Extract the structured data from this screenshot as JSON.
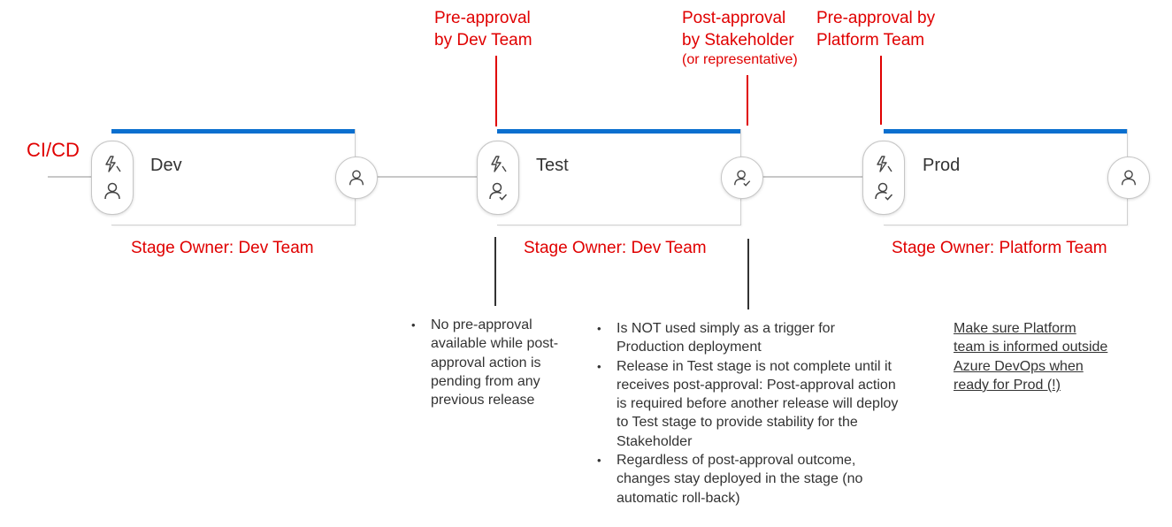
{
  "entry_label": "CI/CD",
  "stages": [
    {
      "name": "Dev",
      "owner": "Stage Owner: Dev Team"
    },
    {
      "name": "Test",
      "owner": "Stage Owner: Dev Team"
    },
    {
      "name": "Prod",
      "owner": "Stage Owner: Platform Team"
    }
  ],
  "annotations": {
    "test_pre": [
      "Pre-approval",
      "by Dev Team"
    ],
    "test_post": [
      "Post-approval",
      "by Stakeholder"
    ],
    "test_post_small": "(or representative)",
    "prod_pre": [
      "Pre-approval by",
      "Platform Team"
    ]
  },
  "notes": {
    "pre_approval": [
      "No pre-approval available while post-approval action is pending from any previous release"
    ],
    "post_approval": [
      "Is NOT used simply as a trigger for Production deployment",
      "Release in Test stage is not complete until it receives post-approval: Post-approval action is required before another release will deploy to Test stage to provide stability for the Stakeholder",
      "Regardless of post-approval outcome, changes stay deployed in the stage (no automatic roll-back)"
    ],
    "prod_link": "Make sure Platform team is informed outside Azure DevOps when ready for Prod (!)"
  },
  "colors": {
    "accent_red": "#e00000",
    "stage_bar_blue": "#0a6fcf",
    "connector_gray": "#c8c8c8"
  },
  "icons": {
    "trigger": "lightning-icon",
    "approver": "person-icon",
    "approver_check": "person-check-icon"
  }
}
